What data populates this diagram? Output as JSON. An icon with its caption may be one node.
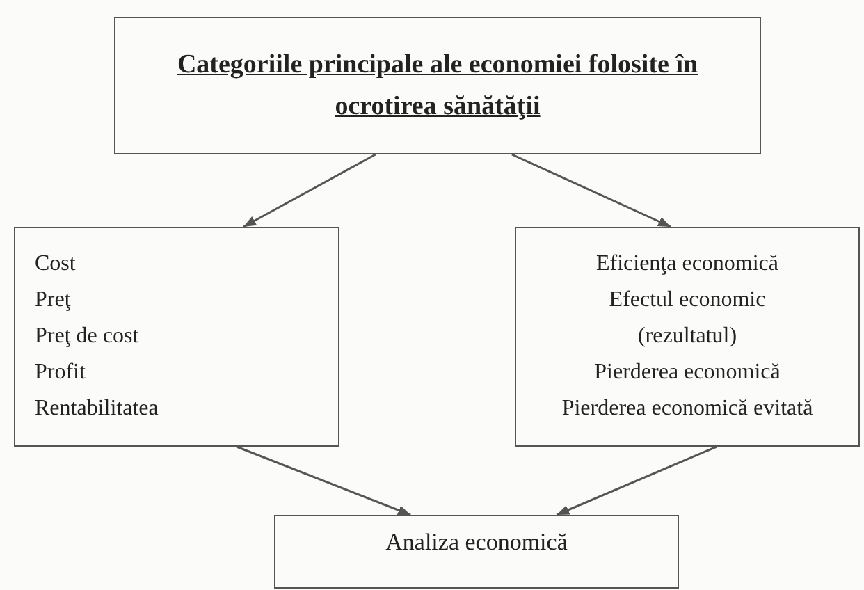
{
  "diagram": {
    "nodes": [
      {
        "text": [
          "Categoriile principale ale economiei folosite în ocrotirea sănătăţii"
        ]
      },
      {
        "text": [
          "Cost",
          "Preţ",
          "Preţ de cost",
          "Profit",
          "Rentabilitatea"
        ]
      },
      {
        "text": [
          "Eficienţa economică",
          "Efectul economic (rezultatul)",
          "Pierderea economică",
          "Pierderea economică evitată"
        ]
      },
      {
        "text": [
          "Analiza economică"
        ]
      }
    ],
    "edges": [
      {
        "from": 0,
        "to": 1,
        "arrow": "to"
      },
      {
        "from": 0,
        "to": 2,
        "arrow": "to"
      },
      {
        "from": 1,
        "to": 3,
        "arrow": "to"
      },
      {
        "from": 2,
        "to": 3,
        "arrow": "to"
      }
    ]
  }
}
